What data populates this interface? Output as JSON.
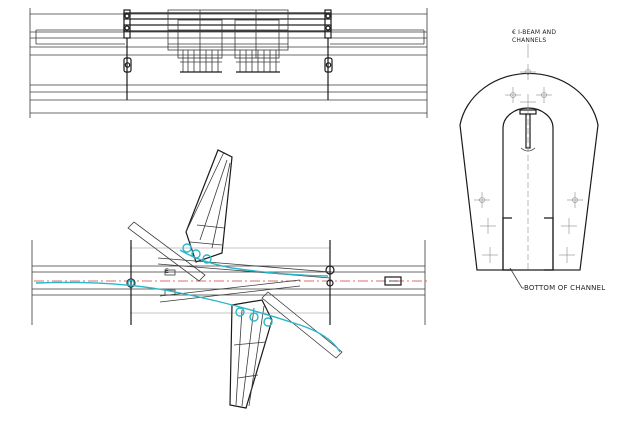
{
  "labels": {
    "beam_line1": "€ I-BEAM AND",
    "beam_line2": "CHANNELS",
    "bottom_channel": "BOTTOM OF CHANNEL"
  },
  "colors": {
    "line": "#3a3a3a",
    "centerline": "#d04040",
    "cyan_path": "#2ab7c9",
    "background": "#ffffff"
  }
}
